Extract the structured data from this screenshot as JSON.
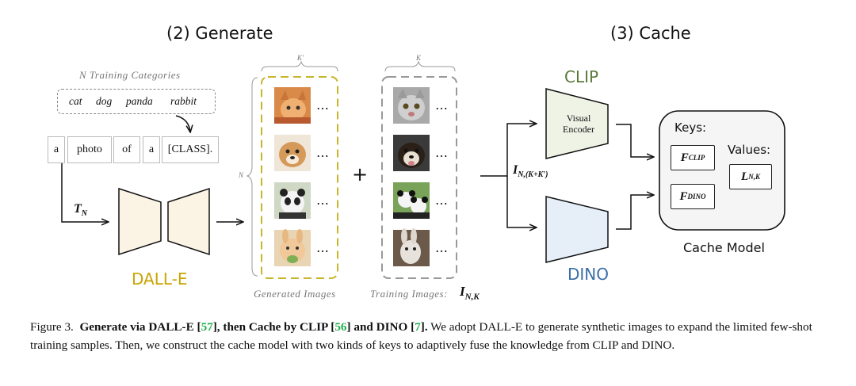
{
  "sections": {
    "generate_title": "(2) Generate",
    "cache_title": "(3) Cache"
  },
  "text_prompt": {
    "categories_label": "N Training Categories",
    "categories": [
      "cat",
      "dog",
      "panda",
      "rabbit"
    ],
    "tokens": [
      "a",
      "photo",
      "of",
      "a",
      "[CLASS]."
    ]
  },
  "labels": {
    "t_n": "T",
    "t_n_sub": "N",
    "dalle": "DALL-E",
    "k_prime_brace": "K'",
    "k_brace": "K",
    "n_brace": "N",
    "plus": "+",
    "generated_images": "Generated Images",
    "training_images": "Training Images:",
    "i_nk": "I",
    "i_nk_sub": "N,K",
    "i_nkk": "I",
    "i_nkk_sub": "N,(K+K′)",
    "clip": "CLIP",
    "visual_encoder_line1": "Visual",
    "visual_encoder_line2": "Encoder",
    "dino": "DINO",
    "keys": "Keys:",
    "values": "Values:",
    "f_clip": "F",
    "f_clip_sub": "CLIP",
    "f_dino": "F",
    "f_dino_sub": "DINO",
    "l_nk": "L",
    "l_nk_sub": "N,K",
    "cache_model": "Cache Model",
    "ellipsis": "…"
  },
  "caption": {
    "prefix": "Figure 3.",
    "bold_a": "Generate via DALL-E [",
    "ref_a": "57",
    "bold_b": "], then Cache by CLIP [",
    "ref_b": "56",
    "bold_c": "] and DINO [",
    "ref_c": "7",
    "bold_d": "].",
    "body": "We adopt DALL-E to generate synthetic images to expand the limited few-shot training samples. Then, we construct the cache model with two kinds of keys to adaptively fuse the knowledge from CLIP and DINO."
  },
  "colors": {
    "dalle_text": "#c9a400",
    "clip_text": "#5a7a3a",
    "dino_text": "#3b6ea8",
    "generated_border": "#c7b62a",
    "training_border": "#999999",
    "dalle_fill": "#fbf3e4",
    "clip_fill": "#eef3e6",
    "dino_fill": "#e6eef8",
    "cache_fill": "#f5f5f5",
    "ref_green": "#22b14c"
  }
}
